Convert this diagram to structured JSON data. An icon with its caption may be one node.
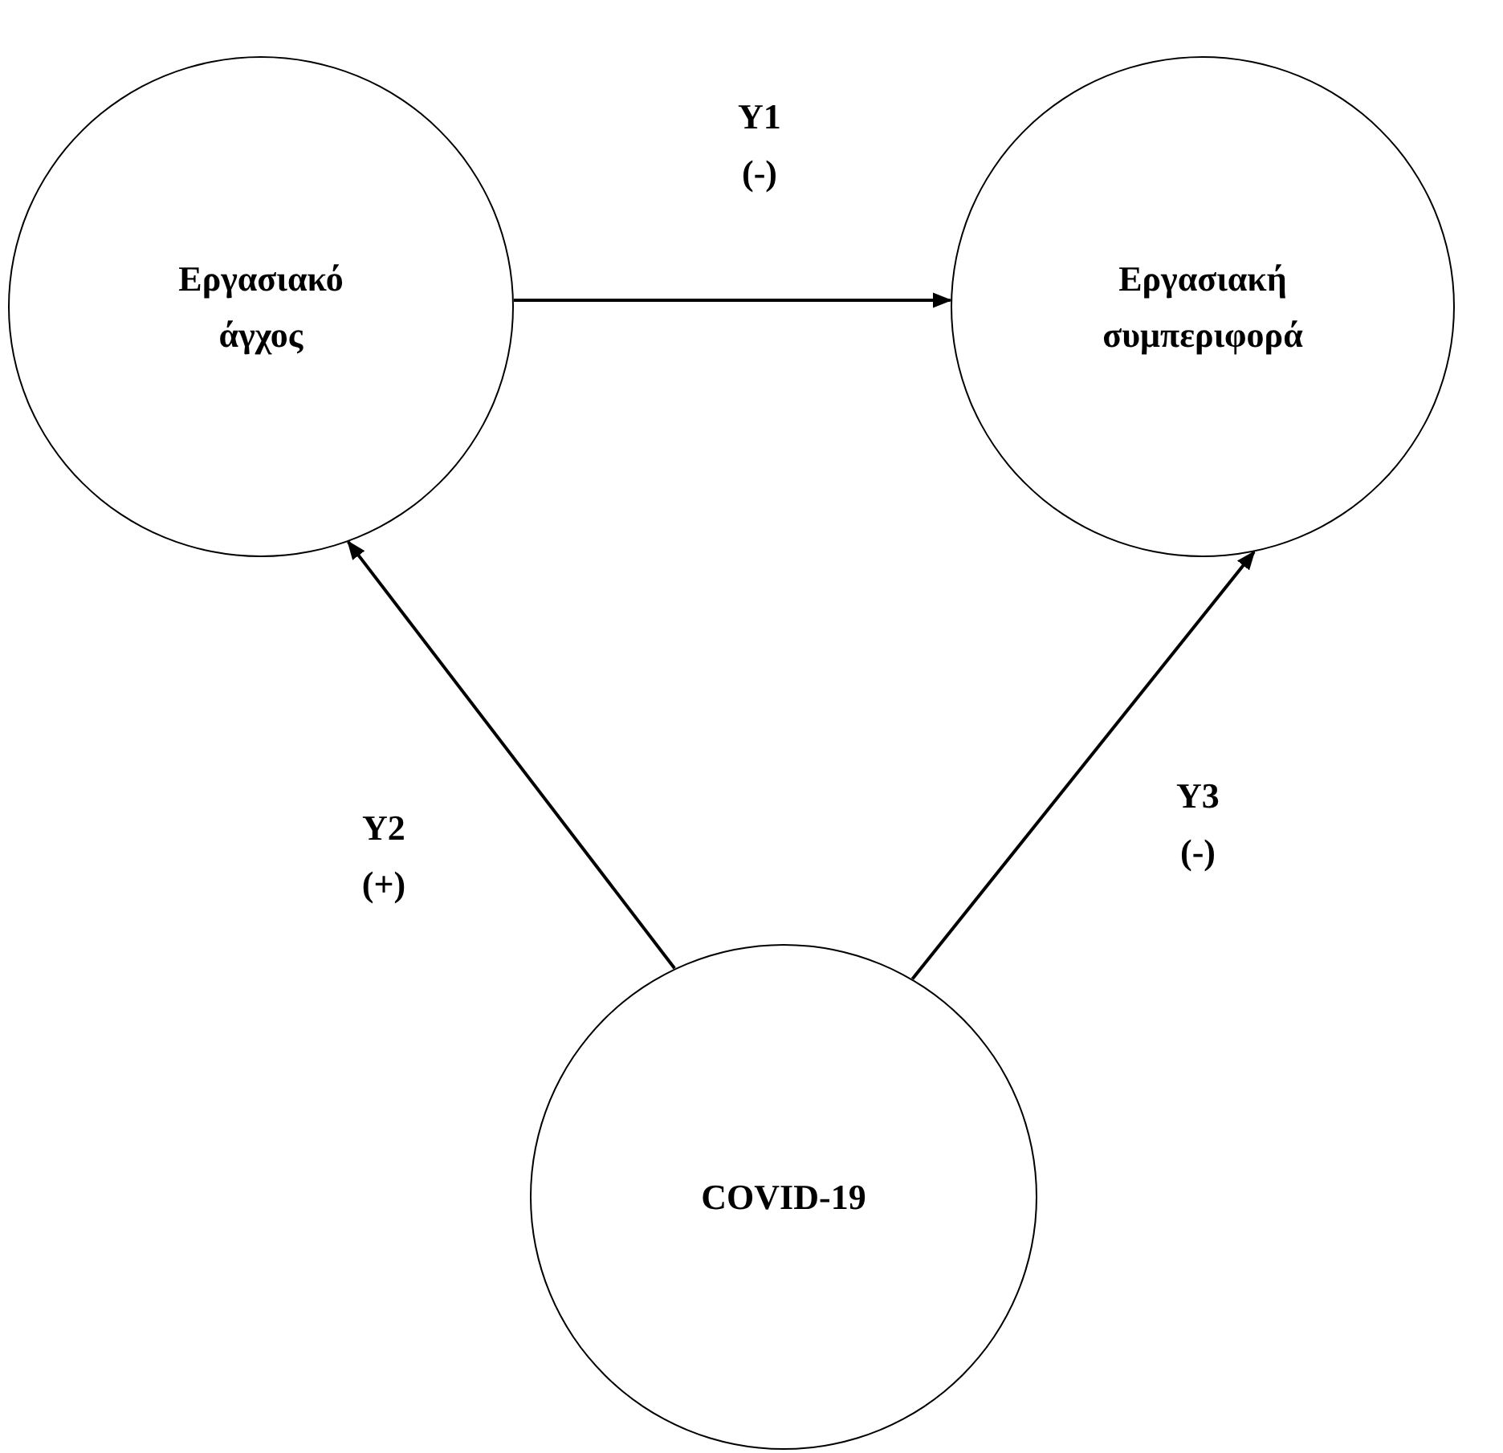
{
  "diagram": {
    "nodes": [
      {
        "text": [
          "Εργασιακό άγχος"
        ]
      },
      {
        "text": [
          "Εργασιακή συμπεριφορά"
        ]
      },
      {
        "text": [
          "COVID-19"
        ]
      }
    ],
    "edges": [
      {
        "from": 0,
        "to": 1,
        "arrow": "to",
        "label": "Y1 (-)"
      },
      {
        "from": 2,
        "to": 0,
        "arrow": "to",
        "label": "Y2 (+)"
      },
      {
        "from": 2,
        "to": 1,
        "arrow": "to",
        "label": "Y3 (-)"
      }
    ]
  }
}
